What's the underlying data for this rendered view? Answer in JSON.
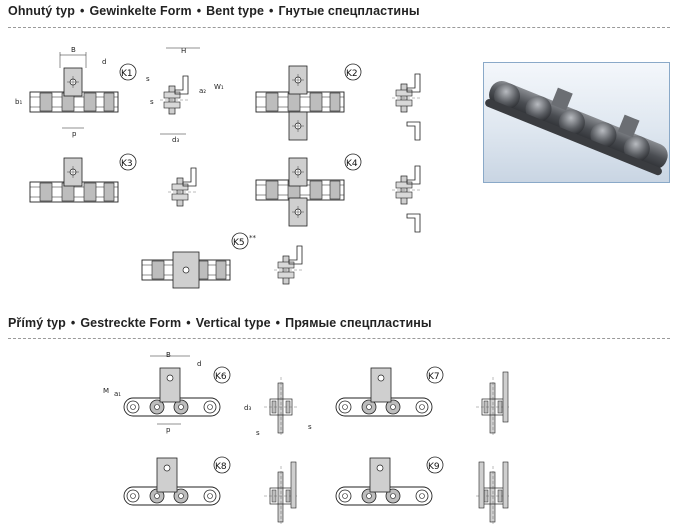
{
  "headings": {
    "bent": {
      "cz": "Ohnutý typ",
      "de": "Gewinkelte Form",
      "en": "Bent type",
      "ru": "Гнутые спецпластины",
      "sep": "•"
    },
    "straight": {
      "cz": "Přímý typ",
      "de": "Gestreckte Form",
      "en": "Vertical type",
      "ru": "Прямые спецпластины",
      "sep": "•"
    }
  },
  "badges": {
    "k1": "K1",
    "k2": "K2",
    "k3": "K3",
    "k4": "K4",
    "k5": "K5",
    "k5_note": "**",
    "k6": "K6",
    "k7": "K7",
    "k8": "K8",
    "k9": "K9"
  },
  "dims": {
    "B": "B",
    "d": "d",
    "b1": "b₁",
    "p": "p",
    "H": "H",
    "s": "s",
    "a2": "a₂",
    "W": "W₁",
    "d3": "d₃",
    "M": "M",
    "a1": "a₁"
  },
  "photo": {
    "icon": "chain-photo-icon"
  }
}
